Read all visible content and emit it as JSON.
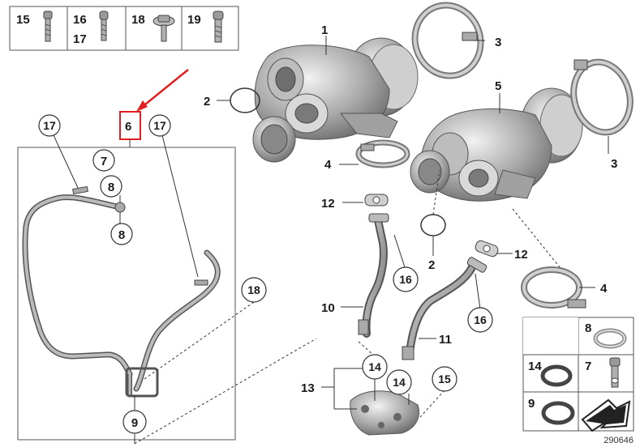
{
  "header_parts": [
    {
      "labels": [
        "15"
      ]
    },
    {
      "labels": [
        "16",
        "17"
      ]
    },
    {
      "labels": [
        "18"
      ]
    },
    {
      "labels": [
        "19"
      ]
    }
  ],
  "callouts": {
    "c1": "1",
    "c2a": "2",
    "c2b": "2",
    "c3a": "3",
    "c3b": "3",
    "c4a": "4",
    "c4b": "4",
    "c5": "5",
    "c6": "6",
    "c7": "7",
    "c8a": "8",
    "c8b": "8",
    "c9": "9",
    "c10": "10",
    "c11": "11",
    "c12a": "12",
    "c12b": "12",
    "c13": "13",
    "c14a": "14",
    "c14b": "14",
    "c15": "15",
    "c16a": "16",
    "c16b": "16",
    "c17a": "17",
    "c17b": "17",
    "c18": "18"
  },
  "legend": {
    "r8": "8",
    "r14": "14",
    "r7": "7",
    "r9": "9"
  },
  "diagram_id": "290646",
  "colors": {
    "highlight_red": "#e02020",
    "part_gray": "#8a8a8a",
    "outline": "#333333"
  }
}
